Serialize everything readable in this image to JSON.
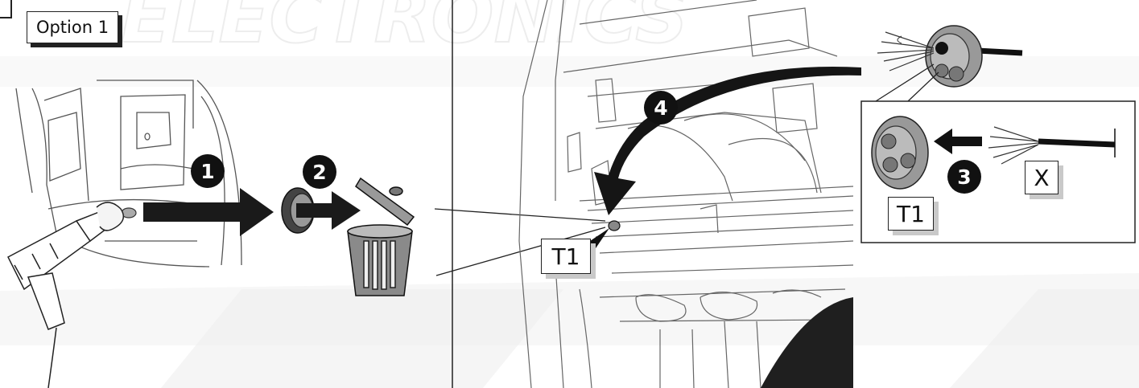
{
  "option_label": "Option 1",
  "steps": [
    "1",
    "2",
    "3",
    "4"
  ],
  "labels": {
    "t1_main": "T1",
    "t1_inset": "T1",
    "x_inset": "X"
  },
  "watermark_text": "ELECTRONICS",
  "colors": {
    "line": "#222222",
    "fill_dark": "#111111",
    "watermark": "#eeeeee",
    "shadow": "#c9c9c9"
  },
  "icons": [
    "heat-gun-icon",
    "grommet-icon",
    "trash-bin-icon",
    "cable-icon",
    "arrow-icon"
  ]
}
